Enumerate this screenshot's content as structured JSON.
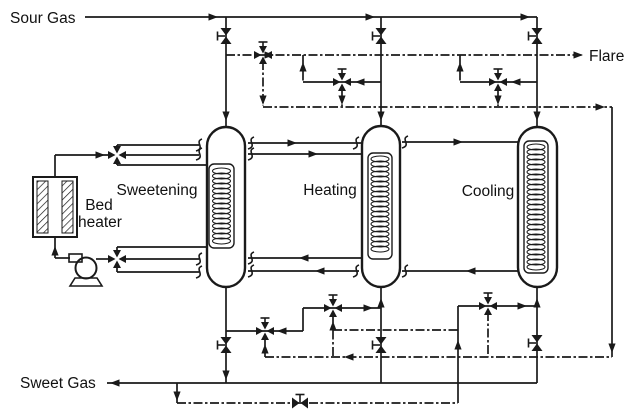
{
  "labels": {
    "sour_gas": "Sour Gas",
    "flare": "Flare",
    "sweet_gas": "Sweet Gas",
    "bed_heater_line1": "Bed",
    "bed_heater_line2": "heater",
    "vessel1": "Sweetening",
    "vessel2": "Heating",
    "vessel3": "Cooling"
  },
  "icons": {
    "globe_valve": "bowtie-with-T-handle",
    "crossover_valve": "four-way-cross-with-T-stem",
    "regen_valve": "four-way-cross",
    "line_break": "s-squiggle",
    "flow_arrow": "solid-triangle",
    "pump": "circle-with-base",
    "bed_heater": "hatched-box"
  },
  "colors": {
    "line": "#1a1a1a",
    "text": "#111111",
    "background": "#ffffff"
  }
}
